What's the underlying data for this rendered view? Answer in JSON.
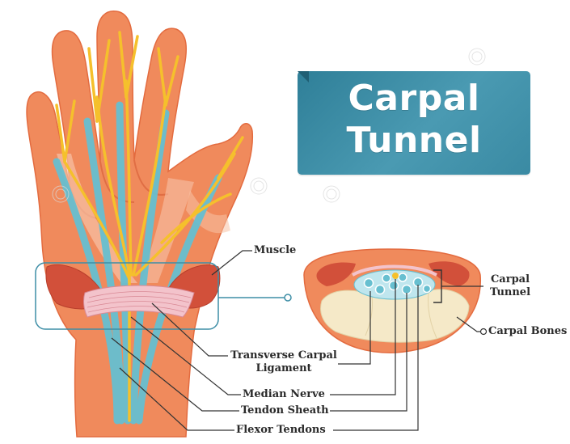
{
  "title": {
    "line1": "Carpal",
    "line2": "Tunnel"
  },
  "labels": {
    "muscle": "Muscle",
    "transverse_line1": "Transverse Carpal",
    "transverse_line2": "Ligament",
    "median_nerve": "Median Nerve",
    "tendon_sheath": "Tendon Sheath",
    "flexor_tendons": "Flexor Tendons",
    "carpal_tunnel_line1": "Carpal",
    "carpal_tunnel_line2": "Tunnel",
    "carpal_bones": "Carpal Bones"
  },
  "colors": {
    "skin": "#f08a5c",
    "skin_dark": "#e06e44",
    "muscle": "#d2503a",
    "nerve": "#f5c02c",
    "tendon": "#67bfd0",
    "ligament": "#f3c3cb",
    "bone": "#f5e9c8",
    "banner": "#3a8aa3",
    "line": "#333333"
  },
  "icons": {
    "callout_dot": "hollow-circle-icon",
    "watermark": "spiral-watermark-icon"
  }
}
